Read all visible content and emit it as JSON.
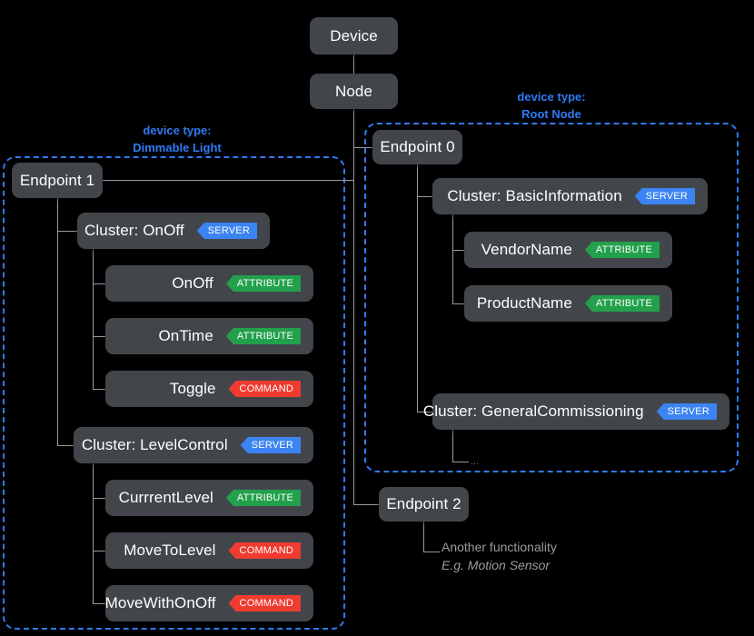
{
  "diagram": {
    "title_nodes": {
      "device": "Device",
      "node": "Node"
    },
    "groups": [
      {
        "id": "dimmable-light",
        "label_top": "device type:",
        "label_bottom": "Dimmable Light"
      },
      {
        "id": "root-node",
        "label_top": "device type:",
        "label_bottom": "Root Node"
      }
    ],
    "endpoints": {
      "endpoint1": "Endpoint 1",
      "endpoint0": "Endpoint 0",
      "endpoint2": "Endpoint 2"
    },
    "clusters": {
      "onoff": {
        "label": "Cluster: OnOff",
        "badge": "SERVER",
        "badge_type": "server"
      },
      "levelcontrol": {
        "label": "Cluster: LevelControl",
        "badge": "SERVER",
        "badge_type": "server"
      },
      "basicinformation": {
        "label": "Cluster: BasicInformation",
        "badge": "SERVER",
        "badge_type": "server"
      },
      "generalcommissioning": {
        "label": "Cluster: GeneralCommissioning",
        "badge": "SERVER",
        "badge_type": "server"
      }
    },
    "items": {
      "onoff_attr": {
        "label": "OnOff",
        "badge": "ATTRIBUTE",
        "badge_type": "attribute"
      },
      "ontime_attr": {
        "label": "OnTime",
        "badge": "ATTRIBUTE",
        "badge_type": "attribute"
      },
      "toggle_cmd": {
        "label": "Toggle",
        "badge": "COMMAND",
        "badge_type": "command"
      },
      "currentlevel_attr": {
        "label": "CurrrentLevel",
        "badge": "ATTRIBUTE",
        "badge_type": "attribute"
      },
      "movetolevel_cmd": {
        "label": "MoveToLevel",
        "badge": "COMMAND",
        "badge_type": "command"
      },
      "movewithonoff_cmd": {
        "label": "MoveWithOnOff",
        "badge": "COMMAND",
        "badge_type": "command"
      },
      "vendorname_attr": {
        "label": "VendorName",
        "badge": "ATTRIBUTE",
        "badge_type": "attribute"
      },
      "productname_attr": {
        "label": "ProductName",
        "badge": "ATTRIBUTE",
        "badge_type": "attribute"
      }
    },
    "notes": {
      "gc_more": "...",
      "endpoint2_line1": "Another functionality",
      "endpoint2_line2": "E.g. Motion Sensor"
    },
    "colors": {
      "background": "#000000",
      "node_fill": "#42464b",
      "group_border": "#2f7bf6",
      "group_label": "#2f7bf6",
      "connector": "#9b9b9b",
      "badge_server": "#3b84f2",
      "badge_attribute": "#22a04b",
      "badge_command": "#ef3b30",
      "note_text": "#9b9b9b"
    }
  }
}
